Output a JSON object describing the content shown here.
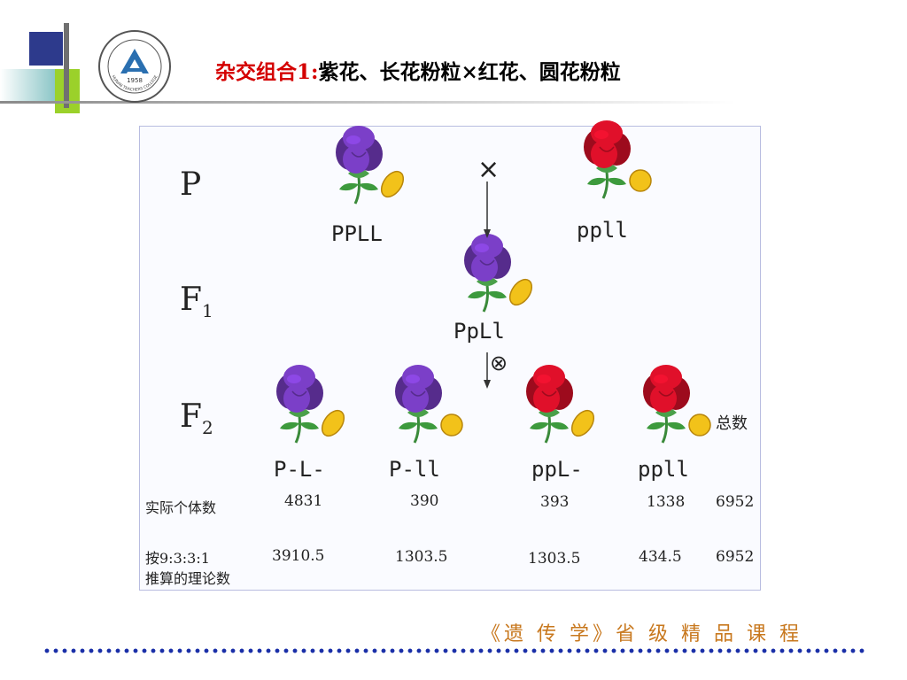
{
  "title": {
    "prefix": "杂交组合1:",
    "text": "紫花、长花粉粒×红花、圆花粉粒"
  },
  "logo": {
    "year": "1958",
    "ring_text": "HUNAN TEACHERS COLLEGE"
  },
  "diagram": {
    "generations": {
      "p": "P",
      "f1_base": "F",
      "f1_sub": "1",
      "f2_base": "F",
      "f2_sub": "2"
    },
    "cross_symbol": "×",
    "self_symbol": "⊗",
    "parents": [
      {
        "genotype": "PPLL",
        "flower_color": "#7b3fc8",
        "pollen": "long"
      },
      {
        "genotype": "ppll",
        "flower_color": "#e0102a",
        "pollen": "round"
      }
    ],
    "f1": {
      "genotype": "PpLl",
      "flower_color": "#7b3fc8",
      "pollen": "long"
    },
    "f2": [
      {
        "genotype": "P-L-",
        "flower_color": "#7b3fc8",
        "pollen": "long",
        "observed": "4831",
        "expected": "3910.5"
      },
      {
        "genotype": "P-ll",
        "flower_color": "#7b3fc8",
        "pollen": "round",
        "observed": "390",
        "expected": "1303.5"
      },
      {
        "genotype": "ppL-",
        "flower_color": "#e0102a",
        "pollen": "long",
        "observed": "393",
        "expected": "1303.5"
      },
      {
        "genotype": "ppll",
        "flower_color": "#e0102a",
        "pollen": "round",
        "observed": "1338",
        "expected": "434.5"
      }
    ],
    "total_label": "总数",
    "observed_label": "实际个体数",
    "observed_total": "6952",
    "expected_label_1": "按9:3:3:1",
    "expected_label_2": "推算的理论数",
    "expected_total": "6952"
  },
  "footer": "《遗 传 学》省 级 精 品 课 程",
  "colors": {
    "title_red": "#d40000",
    "navy": "#2d3a8c",
    "lime": "#9bd12a",
    "teal": "#8cc6c7",
    "footer": "#c8781e",
    "dots": "#1a2fa8",
    "pollen": "#f2c21a"
  }
}
